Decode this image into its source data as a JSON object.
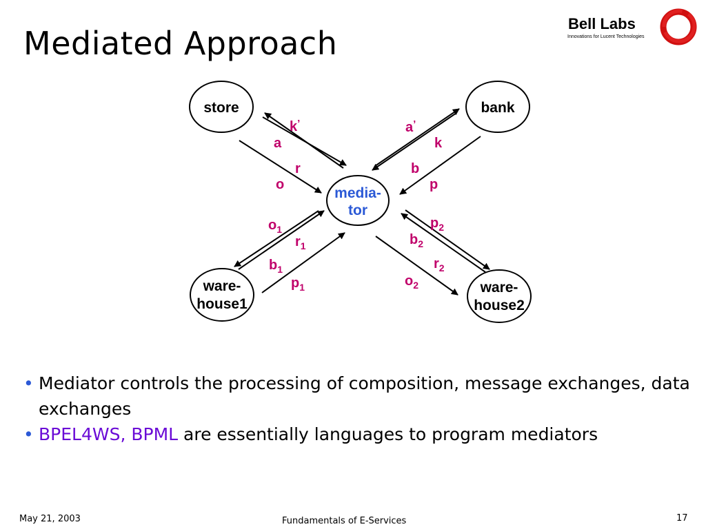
{
  "slide": {
    "title": "Mediated Approach",
    "logo": {
      "name": "Bell Labs",
      "tagline": "Innovations for Lucent Technologies"
    },
    "footer": {
      "date": "May 21, 2003",
      "course": "Fundamentals of E-Services",
      "page": "17"
    }
  },
  "diagram": {
    "nodes": {
      "store": "store",
      "bank": "bank",
      "mediator_line1": "media-",
      "mediator_line2": "tor",
      "warehouse1_line1": "ware-",
      "warehouse1_line2": "house1",
      "warehouse2_line1": "ware-",
      "warehouse2_line2": "house2"
    },
    "messages": {
      "store": {
        "k_prime": "k",
        "prime": "’",
        "a": "a",
        "r": "r",
        "o": "o"
      },
      "bank": {
        "a_prime": "a",
        "prime": "’",
        "k": "k",
        "b": "b",
        "p": "p"
      },
      "warehouse1": {
        "o": "o",
        "r": "r",
        "b": "b",
        "p": "p",
        "sub": "1"
      },
      "warehouse2": {
        "p": "p",
        "b": "b",
        "r": "r",
        "o": "o",
        "sub": "2"
      }
    },
    "colors": {
      "message_label": "#c0006a",
      "mediator_label": "#2b59d6",
      "arrow": "#000000"
    }
  },
  "bullets": {
    "item1": "Mediator controls the processing of composition, message exchanges, data exchanges",
    "item2_highlight": "BPEL4WS, BPML",
    "item2_rest": " are essentially languages to program mediators",
    "highlight_color": "#6a0ad6",
    "bullet_color": "#2b59d6"
  }
}
